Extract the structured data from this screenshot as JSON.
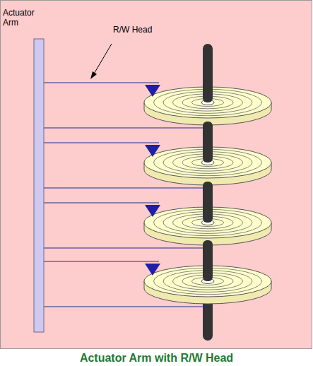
{
  "diagram": {
    "caption": "Actuator Arm with R/W Head",
    "labels": [
      "Actuator Arm",
      "R/W Head"
    ]
  }
}
